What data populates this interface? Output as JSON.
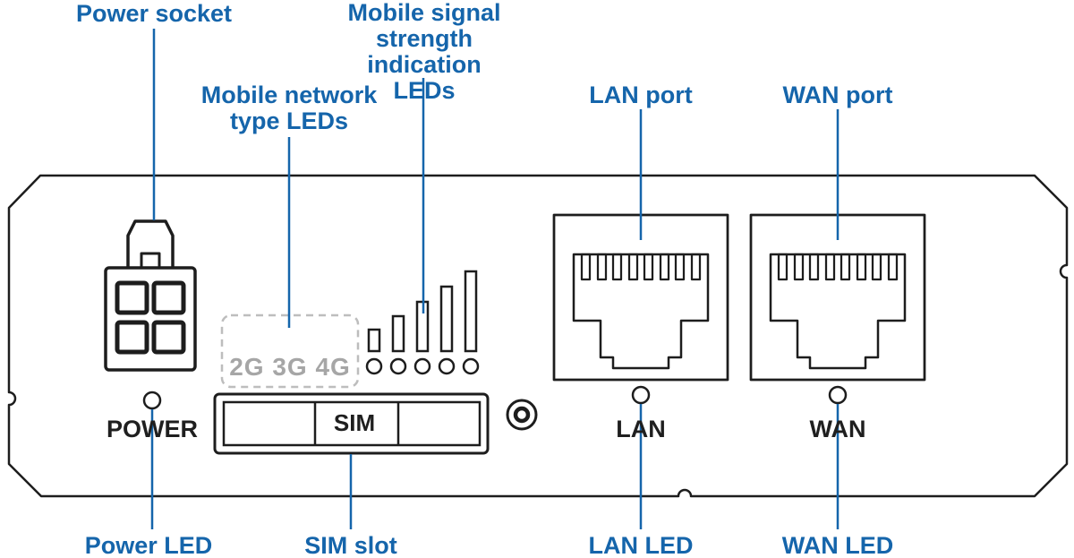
{
  "callouts": {
    "power_socket": "Power socket",
    "mobile_signal_leds": "Mobile signal\nstrength indication\nLEDs",
    "mobile_network_leds": "Mobile network\ntype LEDs",
    "lan_port": "LAN port",
    "wan_port": "WAN port",
    "power_led": "Power LED",
    "sim_slot": "SIM slot",
    "lan_led": "LAN LED",
    "wan_led": "WAN LED"
  },
  "panel": {
    "power_label": "POWER",
    "sim_label": "SIM",
    "lan_label": "LAN",
    "wan_label": "WAN",
    "network_types_label": "2G 3G 4G"
  },
  "colors": {
    "callout_blue": "#1565ab",
    "outline_black": "#1d1d1d",
    "dashed_gray": "#bdbdbd",
    "muted_gray": "#a6a6a6"
  }
}
